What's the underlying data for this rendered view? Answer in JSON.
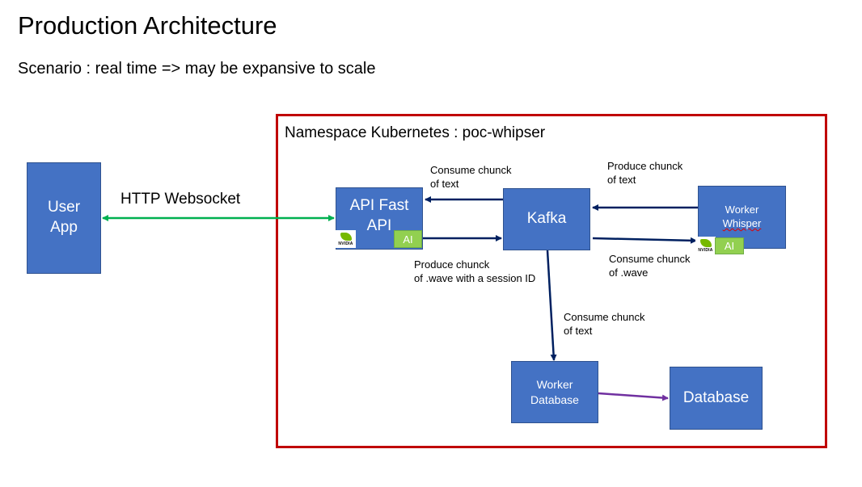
{
  "title": "Production Architecture",
  "subtitle": "Scenario : real time => may be expansive to scale",
  "namespace": {
    "label": "Namespace Kubernetes : poc-whipser"
  },
  "nodes": {
    "user_app": {
      "line1": "User",
      "line2": "App"
    },
    "api": {
      "line1": "API Fast",
      "line2": "API",
      "badge": "AI",
      "logo_text": "NVIDIA"
    },
    "kafka": {
      "label": "Kafka"
    },
    "worker_whisper": {
      "line1": "Worker",
      "line2": "Whisper",
      "badge": "AI",
      "logo_text": "NVIDIA"
    },
    "worker_database": {
      "line1": "Worker",
      "line2": "Database"
    },
    "database": {
      "label": "Database"
    }
  },
  "edges": {
    "http": {
      "label": "HTTP Websocket"
    },
    "kafka_to_api": {
      "line1": "Consume chunck",
      "line2": "of text"
    },
    "api_to_kafka": {
      "line1": "Produce chunck",
      "line2": "of .wave with a session ID"
    },
    "whisper_to_kafka": {
      "line1": "Produce chunck",
      "line2": "of text"
    },
    "kafka_to_whisper": {
      "line1": "Consume chunck",
      "line2": "of .wave"
    },
    "kafka_to_workerdb": {
      "line1": "Consume chunck",
      "line2": "of text"
    }
  },
  "colors": {
    "namespace_border": "#c00000",
    "node_fill": "#4472c4",
    "ai_badge": "#92d050",
    "kafka_arrows": "#002060",
    "http_arrow": "#00b050",
    "db_arrow": "#7030a0"
  }
}
